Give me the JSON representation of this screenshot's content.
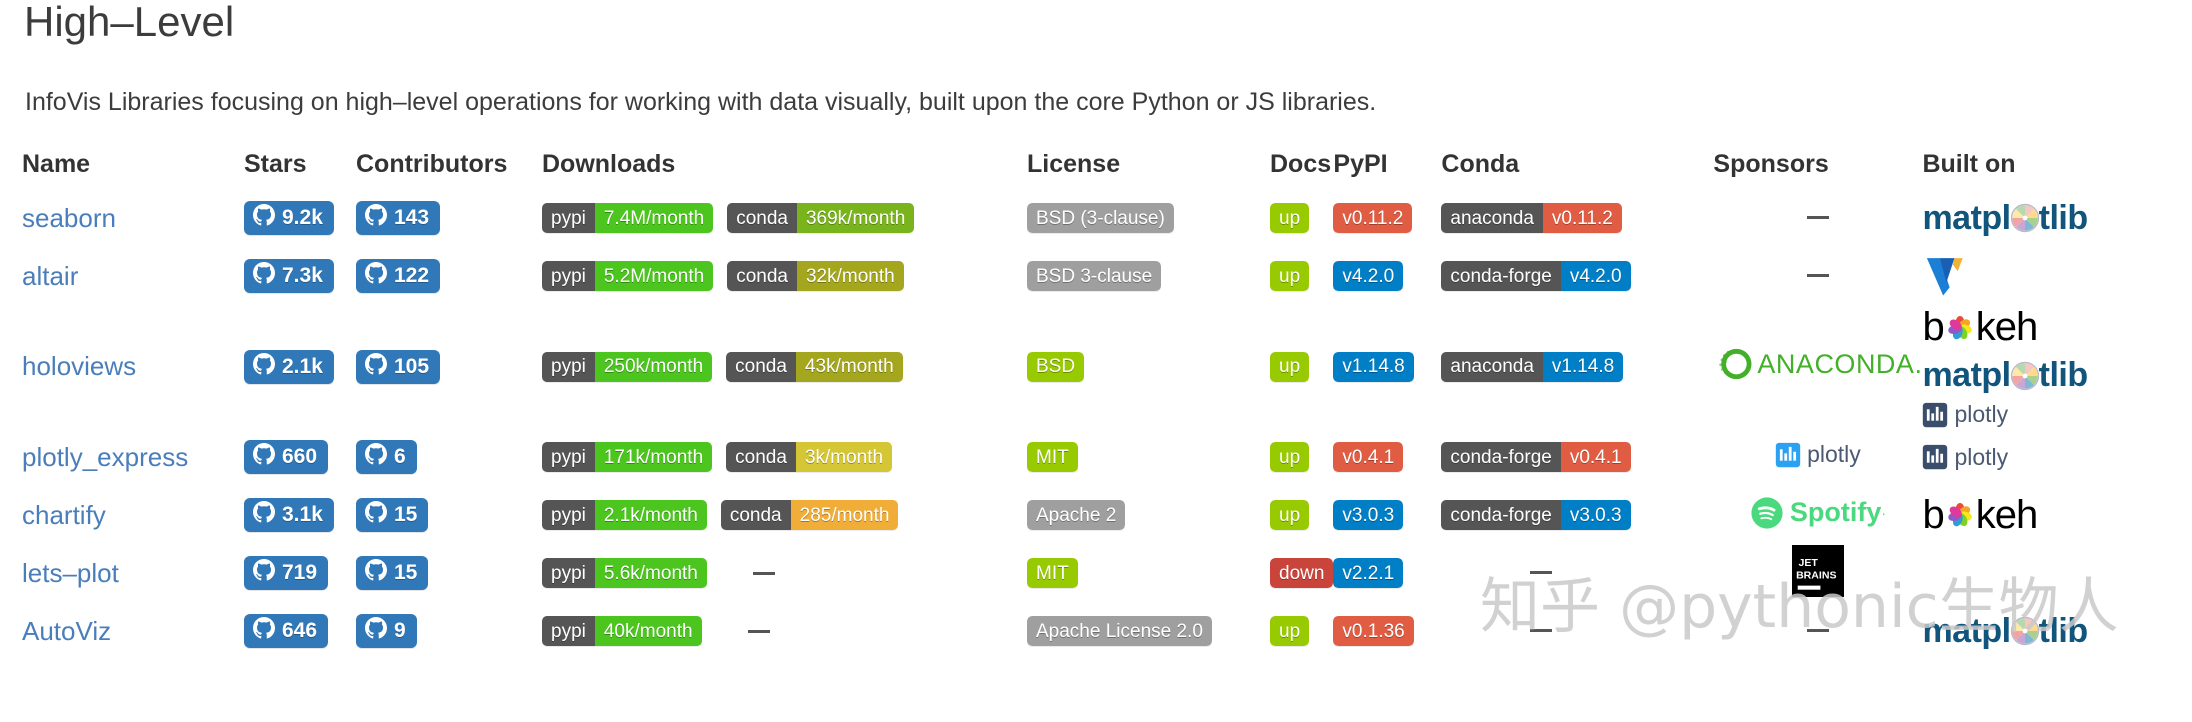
{
  "header": {
    "title": "High–Level",
    "subtitle": "InfoVis Libraries focusing on high–level operations for working with data visually, built upon the core Python or JS libraries."
  },
  "watermark": "知乎 @pythonic生物人",
  "colors": {
    "badge_gray": "#555555",
    "badge_lightgray": "#9f9f9f",
    "badge_green_bright": "#4cc61f",
    "badge_green": "#97ca00",
    "badge_green_dark": "#7ab41d",
    "badge_yellowgreen": "#a4a61d",
    "badge_yellow": "#dfb317",
    "badge_orange": "#e05d44",
    "badge_blue": "#007ec6",
    "badge_red": "#c9453b",
    "github_blue": "#3178b8",
    "link_blue": "#4a7ebb"
  },
  "table": {
    "columns": [
      {
        "key": "name",
        "label": "Name"
      },
      {
        "key": "stars",
        "label": "Stars"
      },
      {
        "key": "contributors",
        "label": "Contributors"
      },
      {
        "key": "downloads",
        "label": "Downloads"
      },
      {
        "key": "license",
        "label": "License"
      },
      {
        "key": "docs",
        "label": "Docs"
      },
      {
        "key": "pypi",
        "label": "PyPI"
      },
      {
        "key": "conda",
        "label": "Conda"
      },
      {
        "key": "sponsors",
        "label": "Sponsors"
      },
      {
        "key": "built_on",
        "label": "Built on"
      }
    ],
    "rows": [
      {
        "name": "seaborn",
        "stars": "9.2k",
        "contributors": "143",
        "pypi_downloads": {
          "left": "pypi",
          "right": "7.4M/month",
          "color": "#4cc61f"
        },
        "conda_downloads": {
          "left": "conda",
          "right": "369k/month",
          "color": "#7ab41d"
        },
        "license": {
          "text": "BSD (3-clause)",
          "color": "#9f9f9f"
        },
        "docs": {
          "text": "up",
          "color": "#97ca00"
        },
        "pypi": {
          "text": "v0.11.2",
          "color": "#e05d44"
        },
        "conda": {
          "left": "anaconda",
          "right": "v0.11.2",
          "color": "#e05d44"
        },
        "sponsors": "–",
        "built_on": [
          "matplotlib"
        ]
      },
      {
        "name": "altair",
        "stars": "7.3k",
        "contributors": "122",
        "pypi_downloads": {
          "left": "pypi",
          "right": "5.2M/month",
          "color": "#4cc61f"
        },
        "conda_downloads": {
          "left": "conda",
          "right": "32k/month",
          "color": "#a4a61d"
        },
        "license": {
          "text": "BSD 3-clause",
          "color": "#9f9f9f"
        },
        "docs": {
          "text": "up",
          "color": "#97ca00"
        },
        "pypi": {
          "text": "v4.2.0",
          "color": "#007ec6"
        },
        "conda": {
          "left": "conda-forge",
          "right": "v4.2.0",
          "color": "#007ec6"
        },
        "sponsors": "–",
        "built_on": [
          "vega"
        ]
      },
      {
        "name": "holoviews",
        "stars": "2.1k",
        "contributors": "105",
        "pypi_downloads": {
          "left": "pypi",
          "right": "250k/month",
          "color": "#4cc61f"
        },
        "conda_downloads": {
          "left": "conda",
          "right": "43k/month",
          "color": "#a4a61d"
        },
        "license": {
          "text": "BSD",
          "color": "#97ca00"
        },
        "docs": {
          "text": "up",
          "color": "#97ca00"
        },
        "pypi": {
          "text": "v1.14.8",
          "color": "#007ec6"
        },
        "conda": {
          "left": "anaconda",
          "right": "v1.14.8",
          "color": "#007ec6"
        },
        "sponsors_logo": "anaconda",
        "sponsors": "",
        "built_on": [
          "bokeh",
          "matplotlib",
          "plotly"
        ]
      },
      {
        "name": "plotly_express",
        "stars": "660",
        "contributors": "6",
        "pypi_downloads": {
          "left": "pypi",
          "right": "171k/month",
          "color": "#4cc61f"
        },
        "conda_downloads": {
          "left": "conda",
          "right": "3k/month",
          "color": "#d4c634"
        },
        "license": {
          "text": "MIT",
          "color": "#97ca00"
        },
        "docs": {
          "text": "up",
          "color": "#97ca00"
        },
        "pypi": {
          "text": "v0.4.1",
          "color": "#e05d44"
        },
        "conda": {
          "left": "conda-forge",
          "right": "v0.4.1",
          "color": "#e05d44"
        },
        "sponsors_logo": "plotly",
        "sponsors": "",
        "built_on": [
          "plotly"
        ]
      },
      {
        "name": "chartify",
        "stars": "3.1k",
        "contributors": "15",
        "pypi_downloads": {
          "left": "pypi",
          "right": "2.1k/month",
          "color": "#4cc61f"
        },
        "conda_downloads": {
          "left": "conda",
          "right": "285/month",
          "color": "#f0ad38"
        },
        "license": {
          "text": "Apache 2",
          "color": "#9f9f9f"
        },
        "docs": {
          "text": "up",
          "color": "#97ca00"
        },
        "pypi": {
          "text": "v3.0.3",
          "color": "#007ec6"
        },
        "conda": {
          "left": "conda-forge",
          "right": "v3.0.3",
          "color": "#007ec6"
        },
        "sponsors_logo": "spotify",
        "sponsors": "",
        "built_on": [
          "bokeh"
        ]
      },
      {
        "name": "lets–plot",
        "stars": "719",
        "contributors": "15",
        "pypi_downloads": {
          "left": "pypi",
          "right": "5.6k/month",
          "color": "#4cc61f"
        },
        "conda_downloads": null,
        "conda_downloads_dash": "–",
        "license": {
          "text": "MIT",
          "color": "#97ca00"
        },
        "docs": {
          "text": "down",
          "color": "#c9453b"
        },
        "pypi": {
          "text": "v2.2.1",
          "color": "#007ec6"
        },
        "conda": null,
        "conda_dash": "–",
        "sponsors_logo": "jetbrains",
        "sponsors": "",
        "built_on": []
      },
      {
        "name": "AutoViz",
        "stars": "646",
        "contributors": "9",
        "pypi_downloads": {
          "left": "pypi",
          "right": "40k/month",
          "color": "#4cc61f"
        },
        "conda_downloads": null,
        "conda_downloads_dash": "–",
        "license": {
          "text": "Apache License 2.0",
          "color": "#9f9f9f"
        },
        "docs": {
          "text": "up",
          "color": "#97ca00"
        },
        "pypi": {
          "text": "v0.1.36",
          "color": "#e05d44"
        },
        "conda": null,
        "conda_dash": "–",
        "sponsors": "–",
        "built_on": [
          "matplotlib"
        ]
      }
    ]
  },
  "icons": {
    "github": "github-icon",
    "anaconda": "anaconda-logo",
    "plotly": "plotly-logo",
    "spotify": "spotify-logo",
    "jetbrains": "jetbrains-logo",
    "matplotlib": "matplotlib-logo",
    "bokeh": "bokeh-logo",
    "vega": "vega-logo"
  }
}
